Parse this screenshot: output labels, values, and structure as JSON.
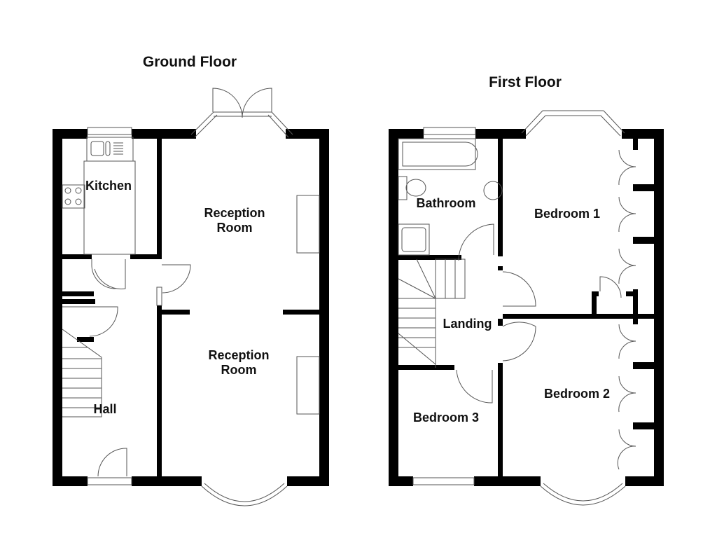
{
  "floors": [
    {
      "title": "Ground Floor",
      "rooms": [
        {
          "name": "Kitchen"
        },
        {
          "name": "Reception\nRoom"
        },
        {
          "name": "Reception\nRoom"
        },
        {
          "name": "Hall"
        }
      ]
    },
    {
      "title": "First Floor",
      "rooms": [
        {
          "name": "Bathroom"
        },
        {
          "name": "Bedroom 1"
        },
        {
          "name": "Landing"
        },
        {
          "name": "Bedroom 2"
        },
        {
          "name": "Bedroom 3"
        }
      ]
    }
  ],
  "colors": {
    "wall": "#000000",
    "fixture_line": "#555555",
    "background": "#ffffff"
  }
}
